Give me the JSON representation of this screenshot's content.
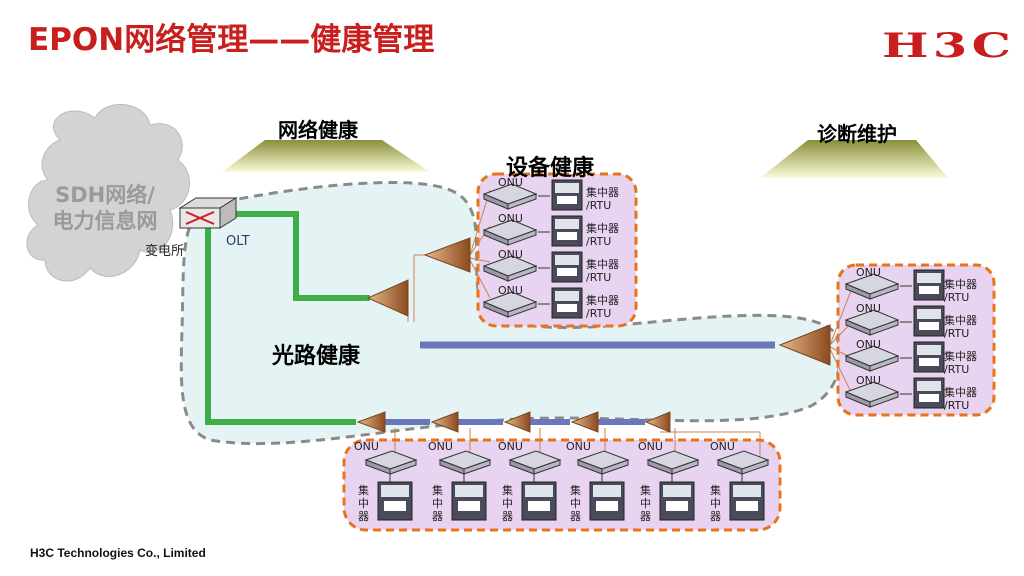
{
  "header": {
    "title": "EPON网络管理——健康管理",
    "logo": "H3C"
  },
  "footer": {
    "company": "H3C Technologies Co., Limited"
  },
  "cloud": {
    "line1": "SDH网络/",
    "line2": "电力信息网"
  },
  "labels": {
    "network_health": "网络健康",
    "device_health": "设备健康",
    "diagnosis": "诊断维护",
    "optical_health": "光路健康",
    "substation": "变电所",
    "olt": "OLT"
  },
  "device": {
    "onu": "ONU",
    "concentrator": "集中器",
    "rtu": "/RTU",
    "c1": "集",
    "c2": "中",
    "c3": "器"
  },
  "colors": {
    "title": "#c81e1e",
    "fiber_green": "#3fae49",
    "fiber_blue": "#6a77b8",
    "zone_fill": "#e4f4f4",
    "dash_orange": "#e8731a",
    "purple_fill": "#e8d4f0"
  }
}
